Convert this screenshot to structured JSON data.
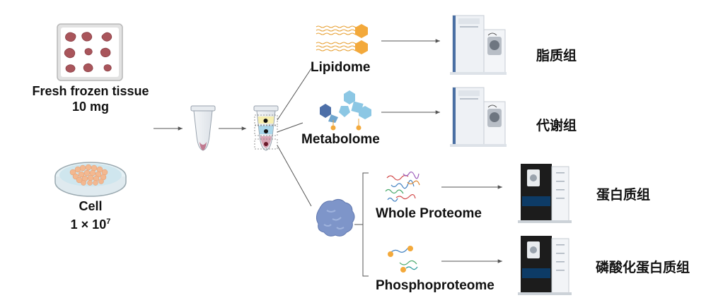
{
  "sources": {
    "tissue": {
      "name": "Fresh frozen tissue",
      "amount": "10 mg"
    },
    "cell": {
      "name": "Cell",
      "amount_base": "1 × 10",
      "amount_exp": "7"
    }
  },
  "branches": {
    "lipidome": {
      "label": "Lipidome",
      "result": "脂质组"
    },
    "metabolome": {
      "label": "Metabolome",
      "result": "代谢组"
    },
    "whole_proteome": {
      "label": "Whole Proteome",
      "result": "蛋白质组"
    },
    "phosphoproteome": {
      "label": "Phosphoproteome",
      "result": "磷酸化蛋白质组"
    }
  },
  "colors": {
    "tissue": "#a9555b",
    "tissue_box": "#dcdcdc",
    "cell_blob": "#f3b890",
    "dish": "#cfe6ee",
    "protein": "#7e95c9",
    "hexagon_orange": "#f3a93b",
    "hexagon_blue": "#8cc7e4",
    "hexagon_navy": "#4d6fa8",
    "instrument_black": "#1c1c1c",
    "instrument_white": "#eef1f5",
    "arrow": "#555555"
  }
}
